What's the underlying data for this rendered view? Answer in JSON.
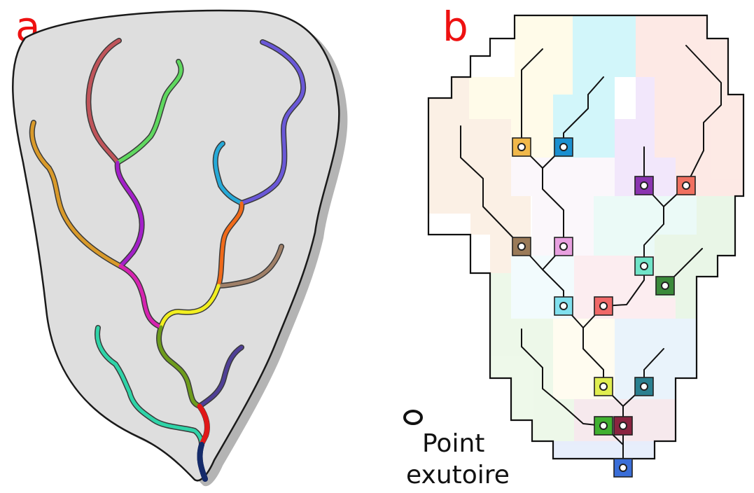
{
  "figure": {
    "panel_a_label": "a",
    "panel_b_label": "b",
    "legend": {
      "line1": "Point",
      "line2": "exutoire"
    }
  },
  "colors": {
    "panel_label": "#ee1111",
    "catchment_fill": "#dedede",
    "catchment_stroke": "#1a1a1a",
    "river_outline": "#3a3a3a",
    "grid_outline": "#111111"
  },
  "icons": {
    "outlet_point": "outlet-point-icon"
  }
}
